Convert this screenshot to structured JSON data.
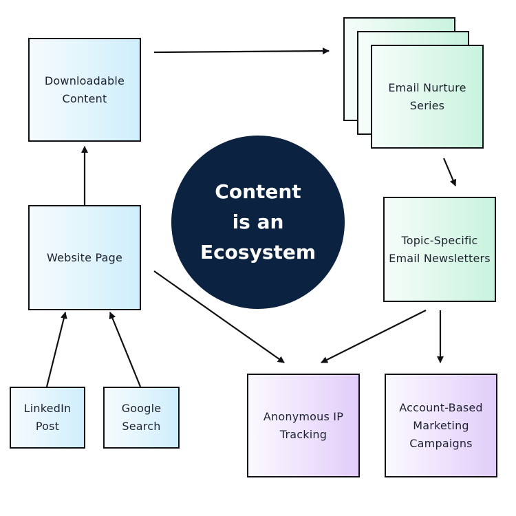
{
  "center": {
    "label": "Content\nis an\nEcosystem"
  },
  "nodes": {
    "downloadable_content": "Downloadable\nContent",
    "website_page": "Website Page",
    "linkedin_post": "LinkedIn\nPost",
    "google_search": "Google\nSearch",
    "email_nurture_series": "Email Nurture\nSeries",
    "topic_specific_newsletters": "Topic-Specific\nEmail Newsletters",
    "anonymous_ip_tracking": "Anonymous IP\nTracking",
    "abm_campaigns": "Account-Based\nMarketing\nCampaigns"
  },
  "colors": {
    "circle": "#0b2340",
    "outline": "#0f0f14",
    "blue_tint": "#cfeefb",
    "green_tint": "#c9f3de",
    "purple_tint": "#e2cdfa"
  }
}
